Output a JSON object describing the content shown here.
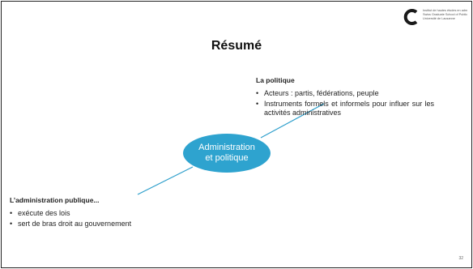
{
  "logo": {
    "lines": [
      "Institut de hautes études en administration publique",
      "Swiss Graduate School of Public Administration",
      "Université de Lausanne"
    ]
  },
  "slide": {
    "title": "Résumé",
    "center_node": {
      "line1": "Administration",
      "line2": "et politique"
    },
    "politique": {
      "heading": "La politique",
      "items": [
        "Acteurs : partis, fédérations, peuple",
        "Instruments formels et informels pour influer sur les activités administratives"
      ]
    },
    "administration": {
      "heading": "L’administration publique...",
      "items": [
        "exécute des lois",
        "sert de bras droit au gouvernement"
      ]
    },
    "page_number": "32"
  },
  "colors": {
    "node_fill": "#2ea3cf",
    "connector": "#2e9fcc",
    "logo_ring": "#1a1a1a"
  }
}
